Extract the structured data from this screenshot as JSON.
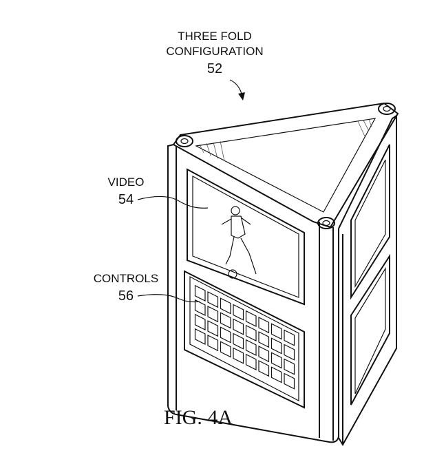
{
  "labels": {
    "config_line1": "THREE FOLD",
    "config_line2": "CONFIGURATION",
    "config_ref": "52",
    "video": "VIDEO",
    "video_ref": "54",
    "controls": "CONTROLS",
    "controls_ref": "56"
  },
  "figure_caption": "FIG. 4A",
  "keyboard": {
    "columns": 8,
    "rows": 4
  }
}
